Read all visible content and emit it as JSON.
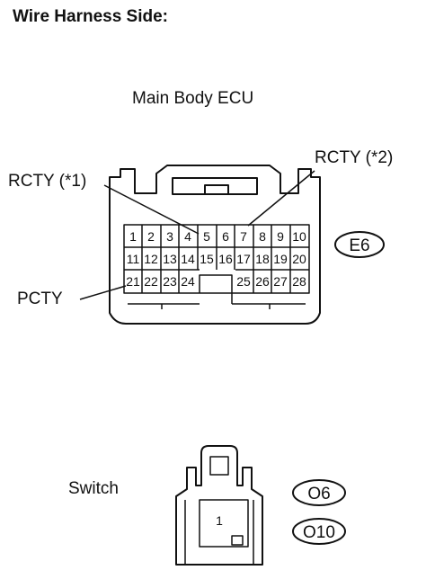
{
  "heading": "Wire Harness Side:",
  "ecu": {
    "title": "Main Body ECU",
    "connector_code": "E6",
    "pins_row1": [
      "1",
      "2",
      "3",
      "4",
      "5",
      "6",
      "7",
      "8",
      "9",
      "10"
    ],
    "pins_row2": [
      "11",
      "12",
      "13",
      "14",
      "15",
      "16",
      "17",
      "18",
      "19",
      "20"
    ],
    "pins_row3_left": [
      "21",
      "22",
      "23",
      "24"
    ],
    "pins_row3_right": [
      "25",
      "26",
      "27",
      "28"
    ],
    "callouts": {
      "rcty1": "RCTY (*1)",
      "rcty2": "RCTY (*2)",
      "pcty": "PCTY"
    }
  },
  "switch": {
    "title": "Switch",
    "pin": "1",
    "connector_codes": [
      "O6",
      "O10"
    ]
  }
}
